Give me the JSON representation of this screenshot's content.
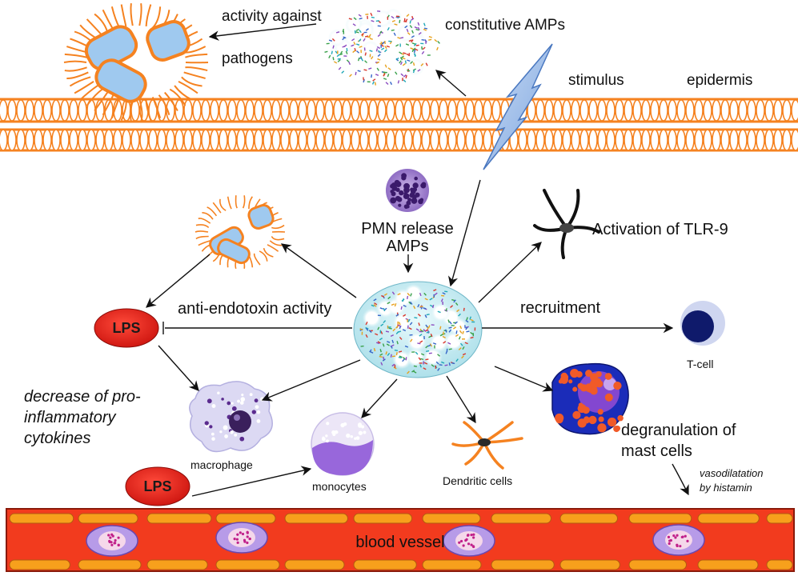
{
  "labels": {
    "activity_against": "activity against",
    "pathogens": "pathogens",
    "constitutive_amps": "constitutive AMPs",
    "stimulus": "stimulus",
    "epidermis": "epidermis",
    "pmn_release": "PMN release",
    "amps": "AMPs",
    "activation_tlr9": "Activation of TLR-9",
    "anti_endotoxin": "anti-endotoxin activity",
    "recruitment": "recruitment",
    "t_cell": "T-cell",
    "decrease_line1": "decrease of pro-",
    "decrease_line2": "inflammatory",
    "decrease_line3": "cytokines",
    "macrophage": "macrophage",
    "monocytes": "monocytes",
    "dendritic_cells": "Dendritic cells",
    "degranulation_line1": "degranulation of",
    "degranulation_line2": "mast cells",
    "vasodilatation_line1": "vasodilatation",
    "vasodilatation_line2": "by histamin",
    "blood_vessel": "blood vessel",
    "lps_top": "LPS",
    "lps_bottom": "LPS"
  },
  "colors": {
    "membrane": "#f58220",
    "bacteria_fill": "#9fc9ef",
    "lps_fill": "#e8201c",
    "vessel_fill": "#f23b1e",
    "vessel_cell": "#f7a01c",
    "amp_cluster": "#bfeaf0",
    "mast_cell": "#1a2fb8",
    "purple_cell": "#8a5bd6"
  }
}
